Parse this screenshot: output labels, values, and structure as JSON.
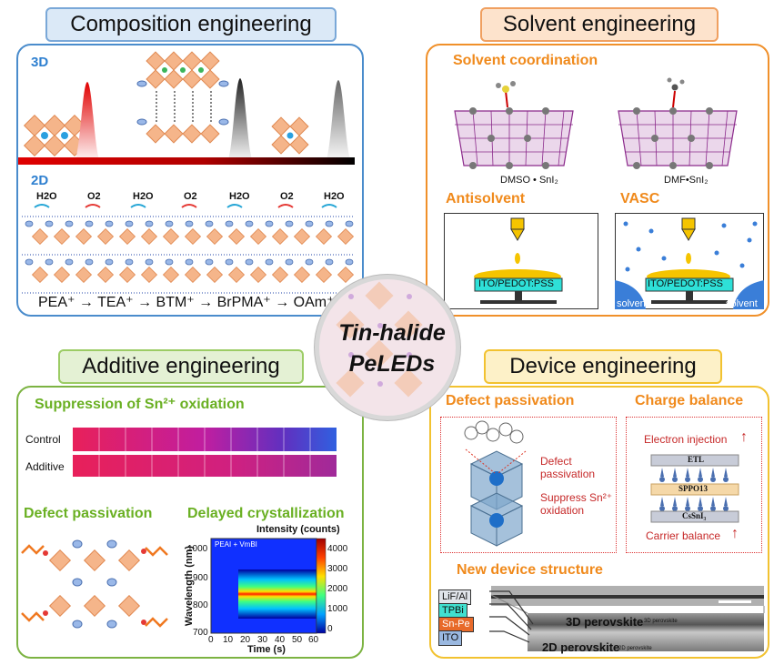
{
  "center": {
    "line1": "Tin-halide",
    "line2": "PeLEDs"
  },
  "composition": {
    "title": "Composition engineering",
    "label_3d": "3D",
    "label_2d": "2D",
    "gases": [
      "H2O",
      "O2",
      "H2O",
      "O2",
      "H2O",
      "O2",
      "H2O"
    ],
    "cation_series": "PEA⁺ → TEA⁺ → BTM⁺ → BrPMA⁺ → OAm⁺"
  },
  "solvent": {
    "title": "Solvent engineering",
    "coordination": "Solvent coordination",
    "dmso_label": "DMSO • SnI₂",
    "dmf_label": "DMF•SnI₂",
    "antisolvent": "Antisolvent",
    "vasc": "VASC",
    "substrate": "ITO/PEDOT:PSS",
    "solvent_word": "solvent"
  },
  "additive": {
    "title": "Additive engineering",
    "suppression": "Suppression of Sn²⁺ oxidation",
    "row_control": "Control",
    "row_additive": "Additive",
    "defect": "Defect passivation",
    "delayed": "Delayed crystallization",
    "heatmap": {
      "title": "Intensity (counts)",
      "inset": "PEAI + VmBI",
      "xlabel": "Time (s)",
      "ylabel": "Wavelength (nm)",
      "xticks": [
        "0",
        "10",
        "20",
        "30",
        "40",
        "50",
        "60"
      ],
      "yticks": [
        "1000",
        "900",
        "800",
        "700"
      ],
      "cticks": [
        "4000",
        "3000",
        "2000",
        "1000",
        "0"
      ]
    }
  },
  "device": {
    "title": "Device engineering",
    "defect_passivation": "Defect passivation",
    "charge_balance": "Charge balance",
    "defect_text1": "Defect",
    "defect_text2": "passivation",
    "suppress_text1": "Suppress Sn²⁺",
    "suppress_text2": "oxidation",
    "electron_injection": "Electron injection",
    "arrow_up": "↑",
    "etl": "ETL",
    "sppo": "SPPO13",
    "cssni": "CsSnI₃",
    "carrier_balance": "Carrier balance",
    "new_structure": "New device structure",
    "layers": [
      "LiF/Al",
      "TPBi",
      "Sn-Pe",
      "ITO"
    ],
    "perov3d": "3D perovskite",
    "perov2d": "2D perovskite",
    "small3d": "3D perovskite",
    "small2d": "2D perovskite"
  },
  "colors": {
    "composition": "#4a8ccc",
    "solvent": "#f0902a",
    "additive": "#7cb342",
    "device": "#f2c230",
    "orange_text": "#f08a1c",
    "green_text": "#6ab023",
    "red_text": "#c62828"
  }
}
